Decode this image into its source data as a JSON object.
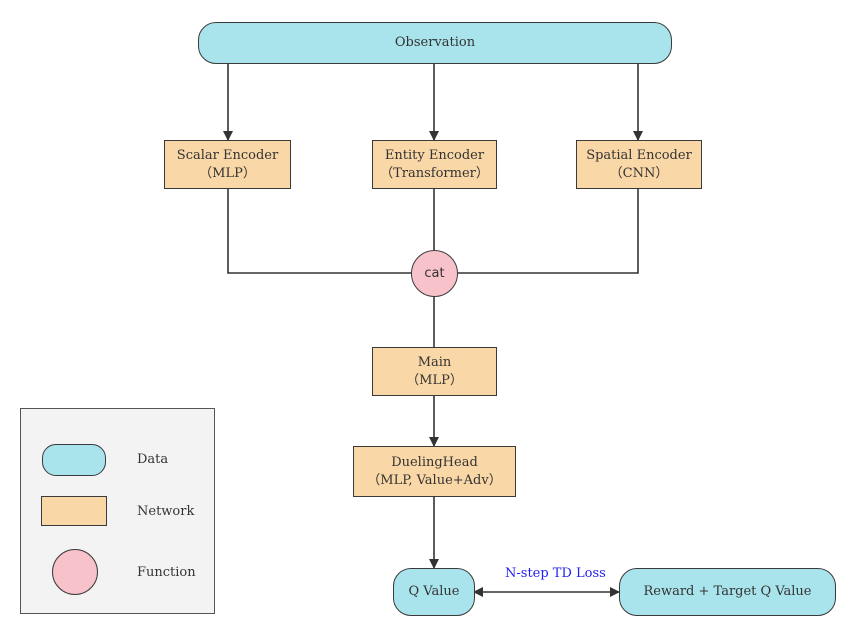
{
  "nodes": {
    "observation": "Observation",
    "scalar_encoder": [
      "Scalar Encoder",
      "（MLP）"
    ],
    "entity_encoder": [
      "Entity Encoder",
      "（Transformer）"
    ],
    "spatial_encoder": [
      "Spatial Encoder",
      "（CNN）"
    ],
    "cat": "cat",
    "main": [
      "Main",
      "（MLP）"
    ],
    "dueling_head": [
      "DuelingHead",
      "（MLP, Value+Adv）"
    ],
    "q_value": "Q Value",
    "reward_target": "Reward + Target Q Value"
  },
  "edge_label": "N-step TD Loss",
  "legend": {
    "data": "Data",
    "network": "Network",
    "function": "Function"
  },
  "colors": {
    "data": "#a9e4ec",
    "network": "#fad7a6",
    "function": "#f8c2cb",
    "loss_label": "#1f1ff0"
  }
}
